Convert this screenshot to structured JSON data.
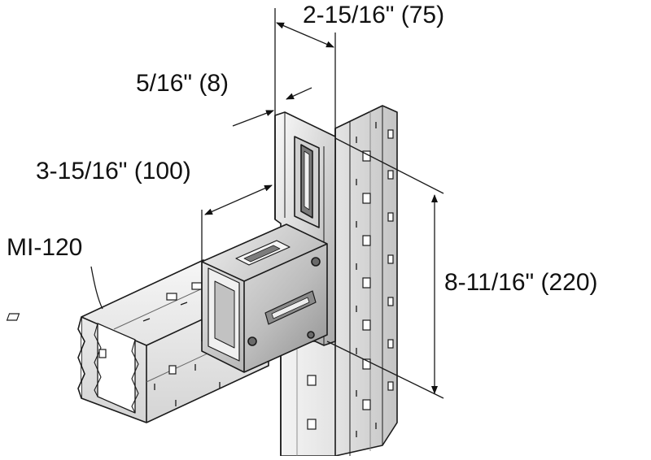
{
  "dimensions": {
    "width_top": "2-15/16\" (75)",
    "plate_thickness": "5/16\" (8)",
    "depth": "3-15/16\" (100)",
    "height": "8-11/16\" (220)"
  },
  "part_label": "MI-120",
  "colors": {
    "line": "#1a1a1a",
    "metal_light": "#ededed",
    "metal_mid": "#c9c9c9",
    "metal_dark": "#9a9a9a",
    "background": "#ffffff"
  }
}
